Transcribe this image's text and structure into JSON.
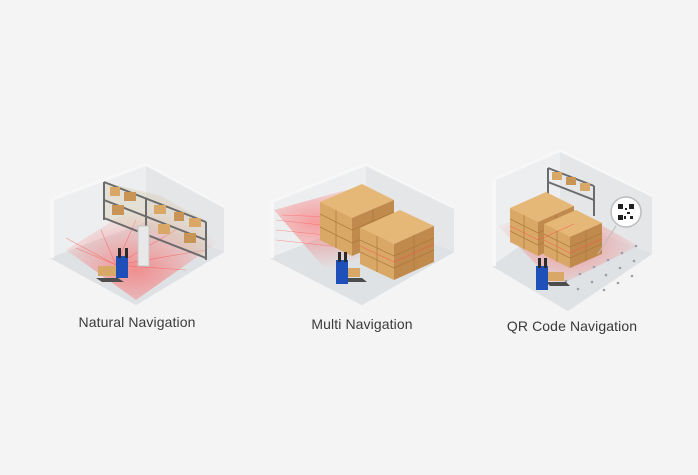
{
  "panels": [
    {
      "id": "natural",
      "label": "Natural Navigation"
    },
    {
      "id": "multi",
      "label": "Multi Navigation"
    },
    {
      "id": "qr",
      "label": "QR Code Navigation"
    }
  ],
  "colors": {
    "background": "#f4f4f4",
    "wall": "#e9ebec",
    "floor": "#dfe2e4",
    "laser": "#ff4a4a",
    "box": "#d9a866",
    "forklift": "#1f4fb8",
    "rack": "#6b6b6b"
  },
  "icons": [
    "shelf-rack-icon",
    "pallet-stack-icon",
    "forklift-robot-icon",
    "laser-scanner-icon",
    "qr-code-icon",
    "floor-marker-dot-icon"
  ]
}
